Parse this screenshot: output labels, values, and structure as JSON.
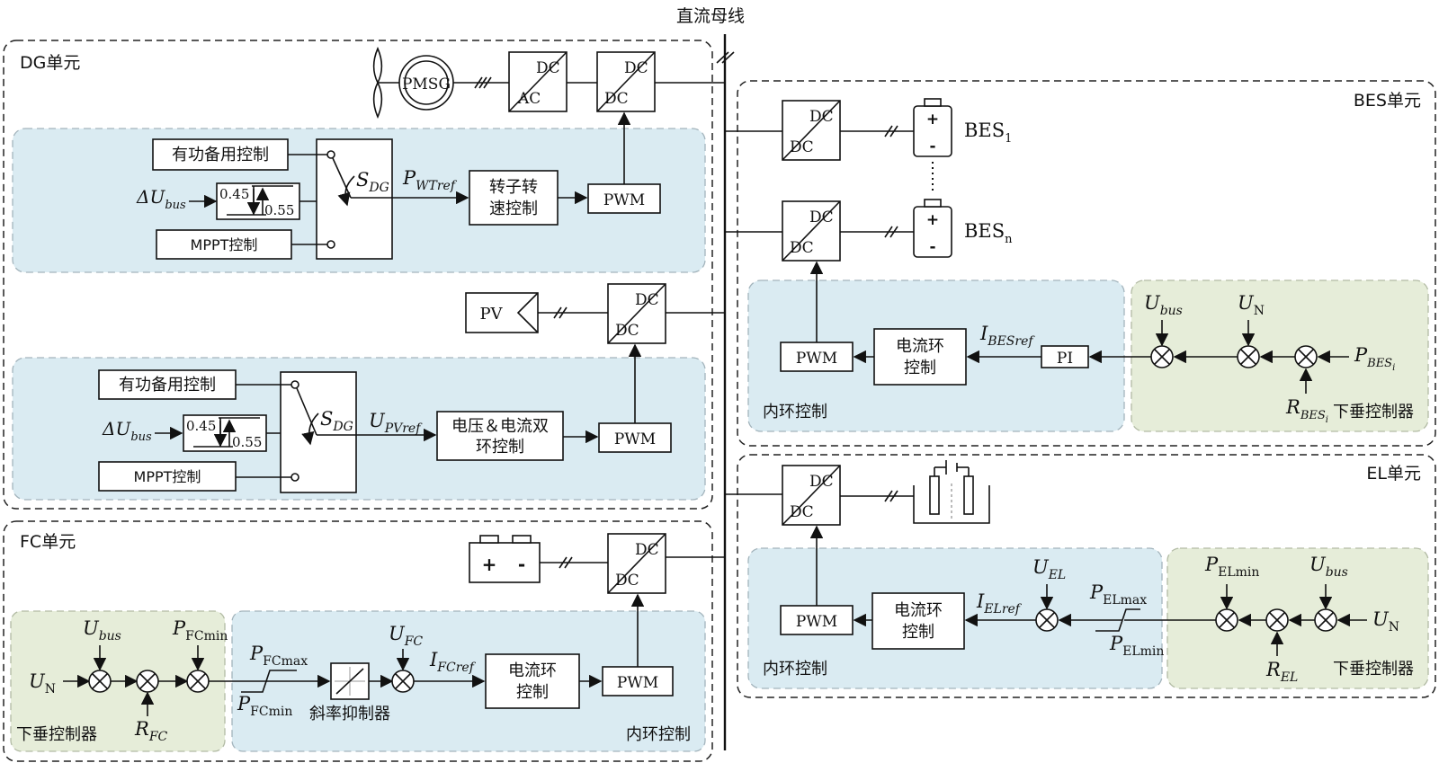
{
  "bus_label": "直流母线",
  "units": {
    "dg": "DG单元",
    "fc": "FC单元",
    "bes": "BES单元",
    "el": "EL单元"
  },
  "converters": {
    "dc": "DC",
    "ac": "AC"
  },
  "pmsg": "PMSG",
  "pv": "PV",
  "pwm": "PWM",
  "pi": "PI",
  "dg": {
    "active_reserve": "有功备用控制",
    "mppt": "MPPT控制",
    "hyst_low": "0.45",
    "hyst_high": "0.55",
    "delta_u": "ΔU",
    "delta_u_sub": "bus",
    "s_main": "S",
    "s_sub": "DG",
    "p_ref_main": "P",
    "p_ref_sub": "WTref",
    "rotor_line1": "转子转",
    "rotor_line2": "速控制",
    "u_ref_main": "U",
    "u_ref_sub": "PVref",
    "dual_line1": "电压＆电流双",
    "dual_line2": "环控制"
  },
  "bes": {
    "bes1_main": "BES",
    "bes1_sub": "1",
    "besn_main": "BES",
    "besn_sub": "n",
    "ibes_main": "I",
    "ibes_sub": "BESref",
    "current_line1": "电流环",
    "current_line2": "控制",
    "inner": "内环控制",
    "droop": "下垂控制器",
    "ubus_main": "U",
    "ubus_sub": "bus",
    "un_main": "U",
    "un_sub": "N",
    "pbes_main": "P",
    "pbes_sub": "BES",
    "pbes_subsub": "i",
    "rbes_main": "R",
    "rbes_sub": "BES",
    "rbes_subsub": "i"
  },
  "el": {
    "current_line1": "电流环",
    "current_line2": "控制",
    "inner": "内环控制",
    "droop": "下垂控制器",
    "iel_main": "I",
    "iel_sub": "ELref",
    "uel_main": "U",
    "uel_sub": "EL",
    "pmax_main": "P",
    "pmax_sub": "ELmax",
    "pmin_main": "P",
    "pmin_sub": "ELmin",
    "ubus_main": "U",
    "ubus_sub": "bus",
    "un_main": "U",
    "un_sub": "N",
    "rel_main": "R",
    "rel_sub": "EL"
  },
  "fc": {
    "current_line1": "电流环",
    "current_line2": "控制",
    "inner": "内环控制",
    "droop": "下垂控制器",
    "slope": "斜率抑制器",
    "un_main": "U",
    "un_sub": "N",
    "ubus_main": "U",
    "ubus_sub": "bus",
    "pmin_main": "P",
    "pmin_sub": "FCmin",
    "rfc_main": "R",
    "rfc_sub": "FC",
    "pmax_main": "P",
    "pmax_sub": "FCmax",
    "ufc_main": "U",
    "ufc_sub": "FC",
    "ifc_main": "I",
    "ifc_sub": "FCref"
  },
  "battery_signs": {
    "plus": "+",
    "minus": "-"
  }
}
